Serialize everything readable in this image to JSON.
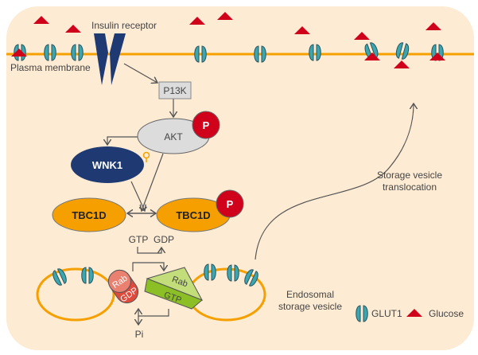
{
  "labels": {
    "insulin_receptor": "Insulin receptor",
    "plasma_membrane": "Plasma membrane",
    "pi3k": "P13K",
    "akt": "AKT",
    "phospho": "P",
    "wnk1": "WNK1",
    "tbc1d_left": "TBC1D",
    "tbc1d_right": "TBC1D",
    "gtp_in": "GTP",
    "gdp_out": "GDP",
    "rab_gdp_rab": "Rab",
    "rab_gdp_gdp": "GDP",
    "rab_gtp_rab": "Rab",
    "rab_gtp_gtp": "GTP",
    "pi": "Pi",
    "translocation_1": "Storage vesicle",
    "translocation_2": "translocation",
    "endosomal_1": "Endosomal",
    "endosomal_2": "storage vesicle"
  },
  "legend": {
    "glut1": "GLUT1",
    "glucose": "Glucose"
  },
  "colors": {
    "background": "#fdebd3",
    "membrane": "#f5a000",
    "glut1": "#3aa6b0",
    "glucose": "#d0021b",
    "receptor": "#1f3a73",
    "phospho": "#d0021b",
    "tbc1d": "#f5a000",
    "wnk1": "#1f3a73"
  }
}
